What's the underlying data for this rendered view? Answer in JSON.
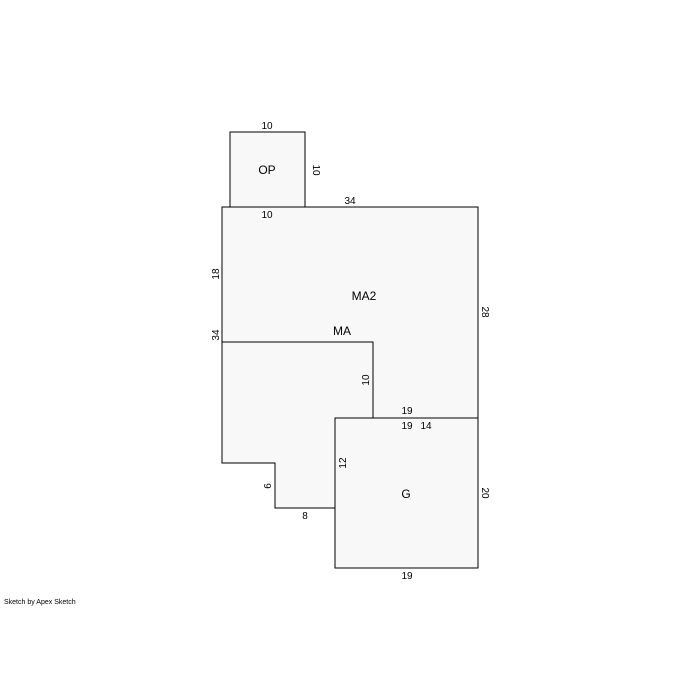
{
  "areas": {
    "op": "OP",
    "ma2": "MA2",
    "ma": "MA",
    "g": "G"
  },
  "dims": {
    "op_top": "10",
    "op_right": "10",
    "op_bottom": "10",
    "ma2_top": "34",
    "ma2_left_upper": "18",
    "ma2_left_lower": "34",
    "ma2_right": "28",
    "ma_inner_vertical": "10",
    "ma_inner_horizontal": "19",
    "g_top_left": "19",
    "g_top_right": "14",
    "g_left": "12",
    "g_right": "20",
    "g_bottom": "19",
    "notch_vertical": "6",
    "notch_horizontal": "8"
  },
  "credit": "Sketch by Apex Sketch"
}
